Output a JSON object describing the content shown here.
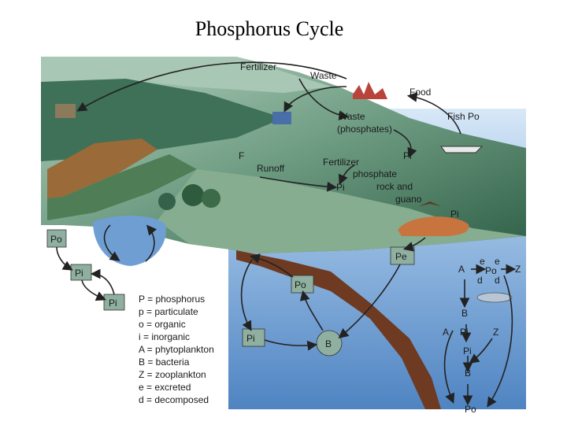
{
  "title": "Phosphorus Cycle",
  "labels": {
    "fertilizer_top": "Fertilizer",
    "waste_top": "Waste",
    "food": "Food",
    "waste_phosphates_1": "Waste",
    "waste_phosphates_2": "(phosphates)",
    "fish_po": "Fish Po",
    "f": "F",
    "runoff": "Runoff",
    "fertilizer_mid": "Fertilizer",
    "pi_mid": "Pi",
    "pi_runoff": "Pi",
    "phosphate_rock_1": "phosphate",
    "phosphate_rock_2": "rock and",
    "phosphate_rock_3": "guano",
    "pi_rock": "Pi",
    "po_lake": "Po",
    "pi_lake": "Pi",
    "pi_lake_2": "Pi",
    "pe": "Pe",
    "po_sediment": "Po",
    "pi_bottom": "Pi",
    "b_bottom": "B",
    "ocean_a1": "A",
    "ocean_po": "Po",
    "ocean_e": "e",
    "ocean_e2": "e",
    "ocean_z1": "Z",
    "ocean_d1": "d",
    "ocean_d2": "d",
    "ocean_b1": "B",
    "ocean_a2": "A",
    "ocean_pi1": "Pi",
    "ocean_z2": "Z",
    "ocean_pi2": "Pi",
    "ocean_b2": "B",
    "ocean_po_bottom": "Po"
  },
  "legend": [
    "P = phosphorus",
    "p = particulate",
    "o = organic",
    "i = inorganic",
    "A = phytoplankton",
    "B = bacteria",
    "Z = zooplankton",
    "e = excreted",
    "d = decomposed"
  ],
  "colors": {
    "sky": "#ffffff",
    "ocean": "#5e8fc9",
    "ocean_light": "#cfe2f5",
    "land_dark": "#2f5d45",
    "land_mid": "#6c9a80",
    "land_light": "#a9c7b5",
    "soil": "#7a4a2a",
    "box": "#8fb0a0"
  }
}
